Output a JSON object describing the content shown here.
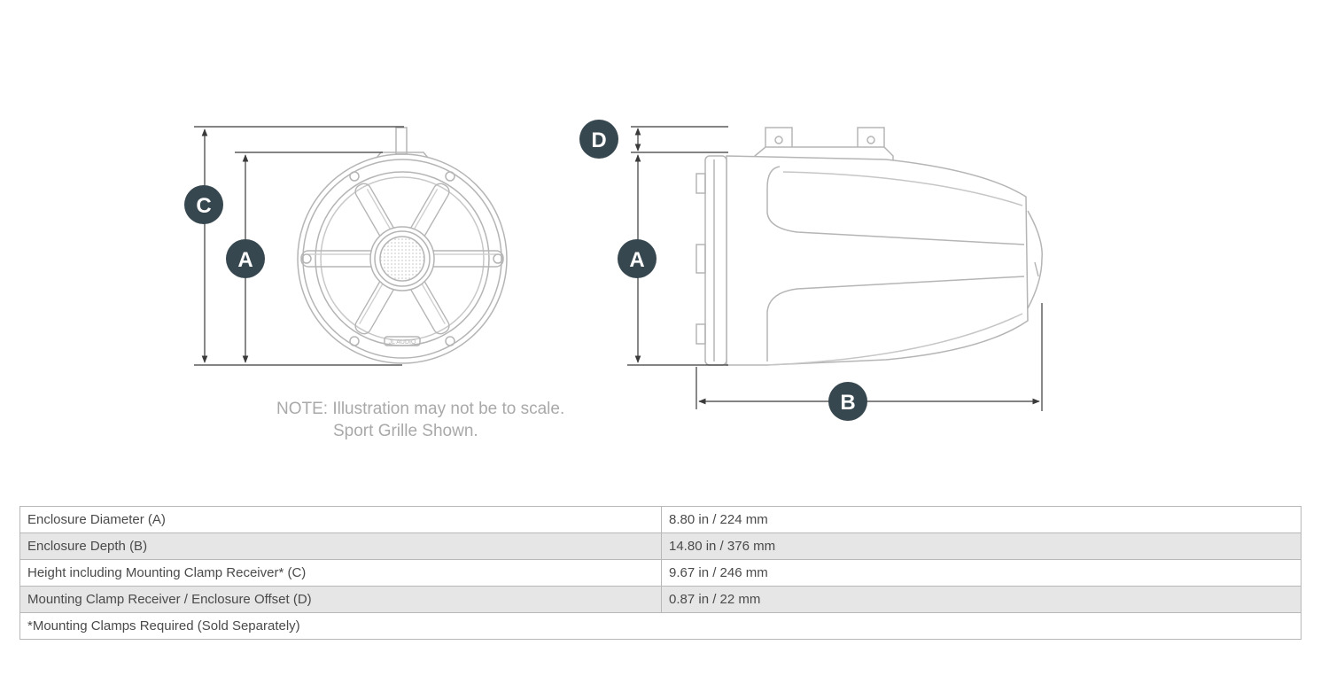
{
  "badges": {
    "front_c": "C",
    "front_a": "A",
    "side_d": "D",
    "side_a": "A",
    "side_b": "B"
  },
  "colors": {
    "badge": "#37474f",
    "dimension_line": "#3a3a3a",
    "drawing": "#b5b5b5",
    "note_text": "#a9a9a9",
    "row_alt": "#e6e6e6"
  },
  "grille_brand": "JL AUDIO",
  "note": {
    "line1": "NOTE: Illustration may not be to scale.",
    "line2": "Sport Grille Shown."
  },
  "specs": {
    "rows": [
      {
        "label": "Enclosure Diameter (A)",
        "value": "8.80 in / 224 mm"
      },
      {
        "label": "Enclosure Depth (B)",
        "value": "14.80 in / 376 mm"
      },
      {
        "label": "Height including Mounting Clamp Receiver* (C)",
        "value": "9.67 in / 246 mm"
      },
      {
        "label": "Mounting Clamp Receiver / Enclosure Offset (D)",
        "value": "0.87 in / 22 mm"
      }
    ],
    "footnote": "*Mounting Clamps Required (Sold Separately)"
  }
}
